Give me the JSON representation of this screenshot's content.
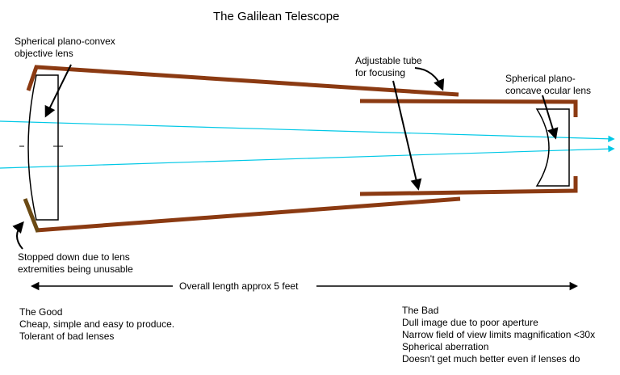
{
  "title": "The Galilean Telescope",
  "labels": {
    "objective": [
      "Spherical plano-convex",
      "objective lens"
    ],
    "tube": [
      "Adjustable tube",
      "for focusing"
    ],
    "ocular": [
      "Spherical plano-",
      "concave ocular lens"
    ],
    "stopped": [
      "Stopped down due to lens",
      "extremities being unusable"
    ],
    "length": "Overall length approx 5 feet"
  },
  "good": {
    "heading": "The Good",
    "items": [
      "Cheap, simple and easy to produce.",
      "Tolerant of bad lenses"
    ]
  },
  "bad": {
    "heading": "The Bad",
    "items": [
      "Dull image due to poor aperture",
      "Narrow field of view limits magnification <30x",
      "Spherical aberration",
      "Doesn't get much better even if lenses do"
    ]
  },
  "colors": {
    "tube_outer": "#8b3a12",
    "tube_inner": "#8b3a12",
    "stop": "#6b4a14",
    "light_ray": "#00c8e6",
    "lens_outline": "#000000"
  }
}
